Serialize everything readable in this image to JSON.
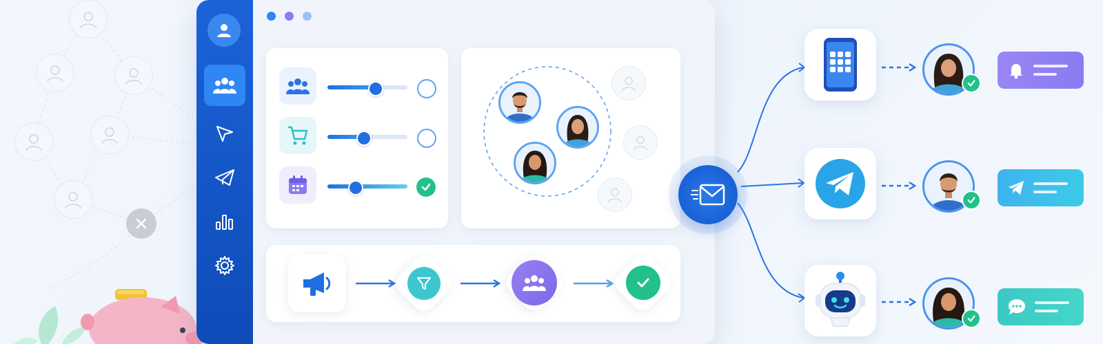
{
  "window": {
    "title_dots": [
      "#2f86f5",
      "#8e7cf0",
      "#9ec3f3"
    ]
  },
  "sidebar": {
    "items": [
      {
        "icon": "profile-icon",
        "active": false
      },
      {
        "icon": "audience-icon",
        "active": true
      },
      {
        "icon": "send-icon",
        "active": false
      },
      {
        "icon": "campaign-icon",
        "active": false
      },
      {
        "icon": "analytics-icon",
        "active": false
      },
      {
        "icon": "settings-icon",
        "active": false
      }
    ]
  },
  "segments": [
    {
      "icon": "group-icon",
      "level": 0.55,
      "selected": false
    },
    {
      "icon": "cart-icon",
      "level": 0.4,
      "selected": false
    },
    {
      "icon": "calendar-icon",
      "level": 0.3,
      "selected": true
    }
  ],
  "audience": {
    "members": [
      "man-avatar",
      "woman-avatar",
      "woman-avatar"
    ]
  },
  "pipeline": {
    "steps": [
      "megaphone-icon",
      "filter-icon",
      "group-icon",
      "check-icon"
    ]
  },
  "channels": [
    {
      "icon": "mobile-app-icon",
      "notification_icon": "bell-icon",
      "color": "#8a7bf2"
    },
    {
      "icon": "telegram-icon",
      "notification_icon": "send-icon",
      "color": "#39b8ec"
    },
    {
      "icon": "chatbot-icon",
      "notification_icon": "chat-icon",
      "color": "#39c9c4"
    }
  ],
  "colors": {
    "brand": "#1c63d8",
    "success": "#22c08b",
    "accent_purple": "#8a7bf2",
    "accent_cyan": "#39b8ec",
    "accent_teal": "#39c9c4"
  }
}
